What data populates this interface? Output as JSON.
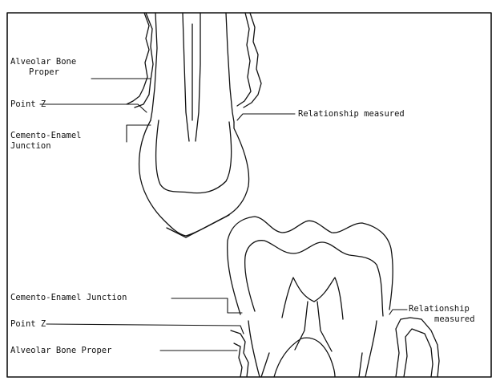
{
  "upper": {
    "alveolar_bone_line1": "Alveolar Bone",
    "alveolar_bone_line2": "Proper",
    "point_z": "Point Z",
    "cej_line1": "Cemento-Enamel",
    "cej_line2": "Junction",
    "relationship": "Relationship measured"
  },
  "lower": {
    "cej": "Cemento-Enamel Junction",
    "point_z": "Point Z",
    "alveolar_bone": "Alveolar Bone Proper",
    "relationship_line1": "Relationship",
    "relationship_line2": "measured"
  },
  "colors": {
    "ink": "#111111",
    "background": "#ffffff"
  }
}
